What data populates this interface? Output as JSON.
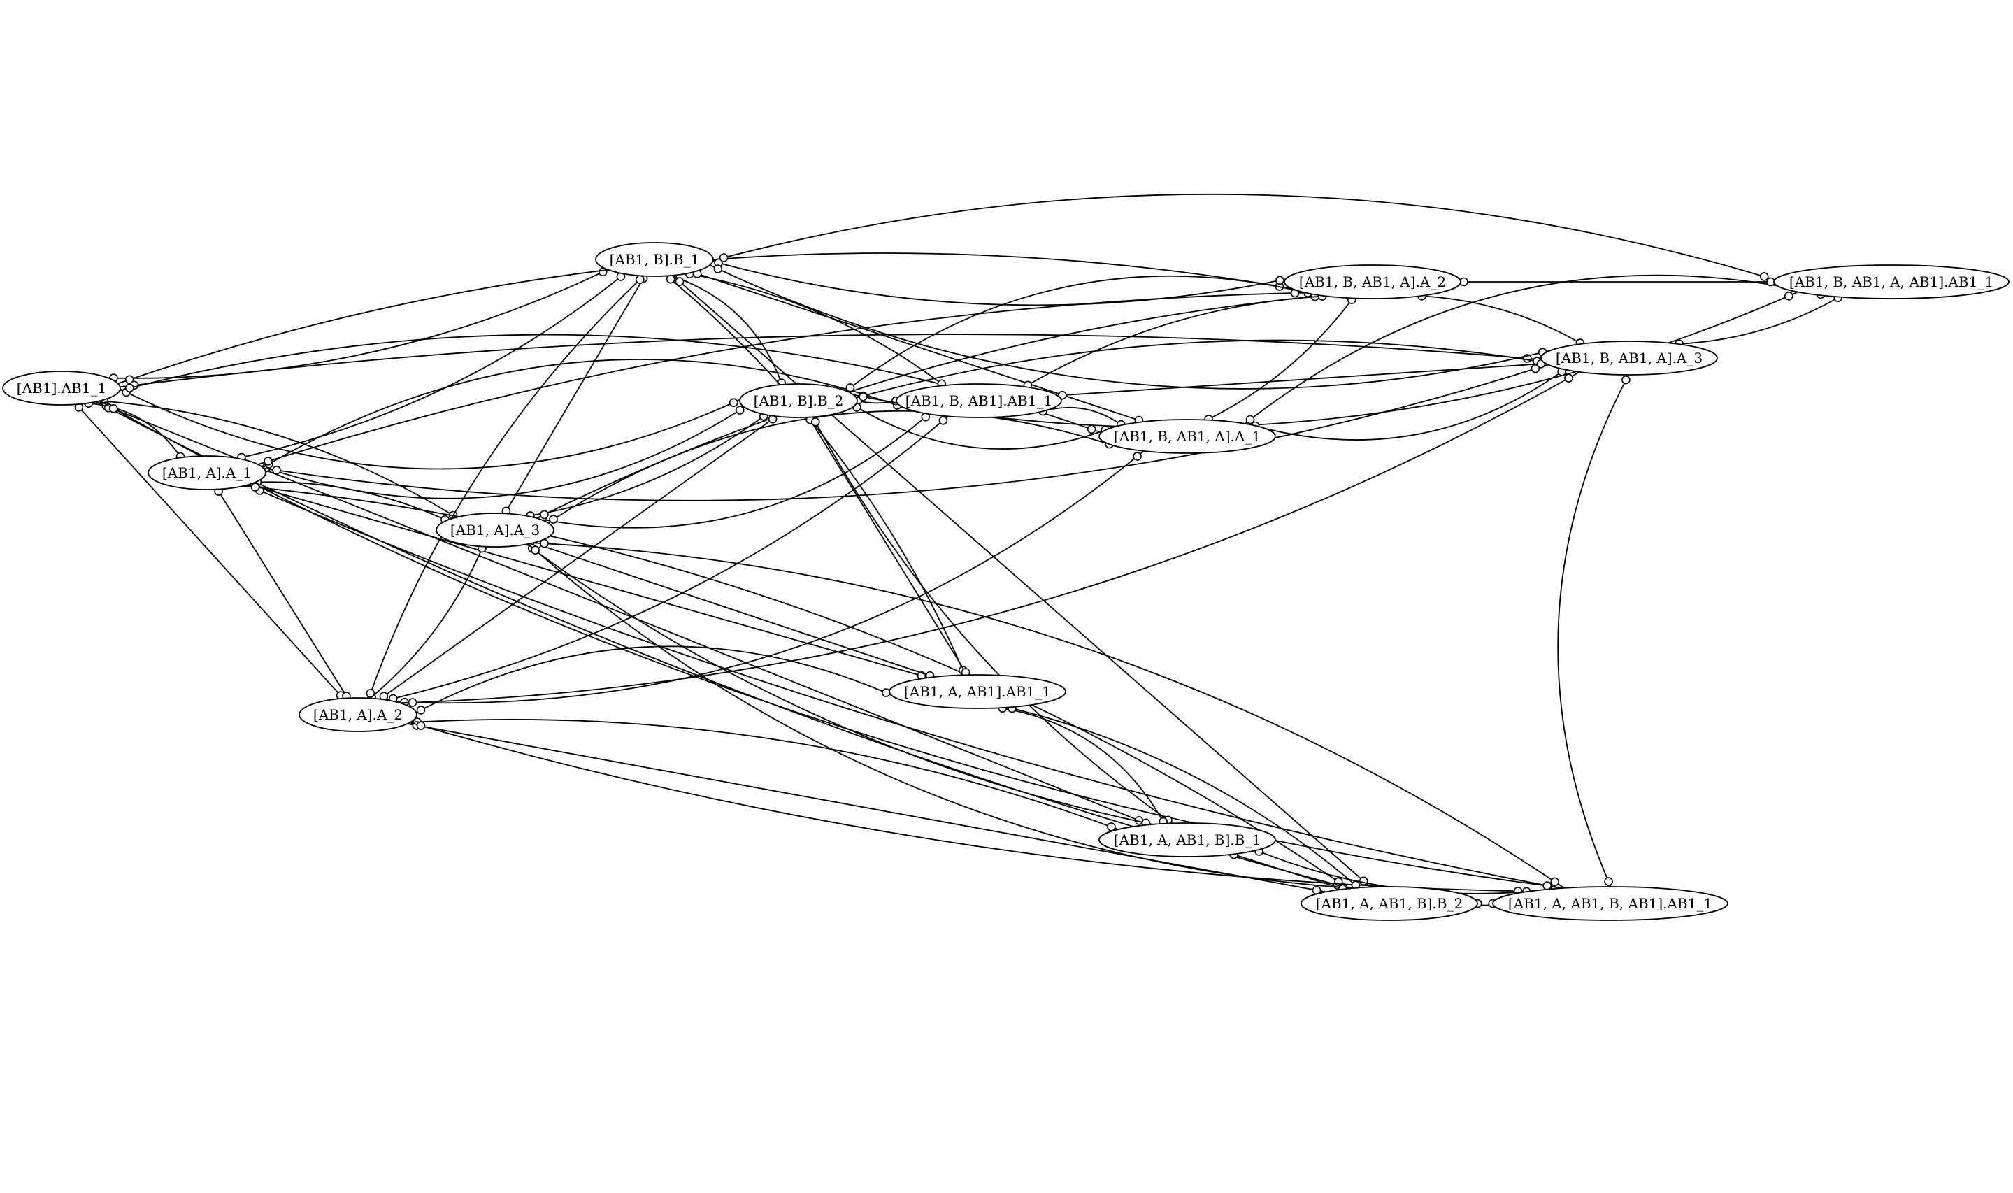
{
  "nodes": [
    {
      "id": "n0",
      "label": "[AB1].AB1_1"
    },
    {
      "id": "n1",
      "label": "[AB1, A].A_1"
    },
    {
      "id": "n2",
      "label": "[AB1, A].A_3"
    },
    {
      "id": "n3",
      "label": "[AB1, A].A_2"
    },
    {
      "id": "n4",
      "label": "[AB1, B].B_1"
    },
    {
      "id": "n5",
      "label": "[AB1, B].B_2"
    },
    {
      "id": "n6",
      "label": "[AB1, B, AB1].AB1_1"
    },
    {
      "id": "n7",
      "label": "[AB1, B, AB1, A].A_1"
    },
    {
      "id": "n8",
      "label": "[AB1, B, AB1, A].A_2"
    },
    {
      "id": "n9",
      "label": "[AB1, B, AB1, A].A_3"
    },
    {
      "id": "n10",
      "label": "[AB1, B, AB1, A, AB1].AB1_1"
    },
    {
      "id": "n11",
      "label": "[AB1, A, AB1].AB1_1"
    },
    {
      "id": "n12",
      "label": "[AB1, A, AB1, B].B_1"
    },
    {
      "id": "n13",
      "label": "[AB1, A, AB1, B].B_2"
    },
    {
      "id": "n14",
      "label": "[AB1, A, AB1, B, AB1].AB1_1"
    }
  ],
  "edges": [
    [
      "n0",
      "n1"
    ],
    [
      "n0",
      "n2"
    ],
    [
      "n0",
      "n3"
    ],
    [
      "n0",
      "n4"
    ],
    [
      "n0",
      "n5"
    ],
    [
      "n0",
      "n8"
    ],
    [
      "n0",
      "n9"
    ],
    [
      "n0",
      "n12"
    ],
    [
      "n0",
      "n13"
    ],
    [
      "n0",
      "n14"
    ],
    [
      "n0",
      "n7"
    ],
    [
      "n1",
      "n2"
    ],
    [
      "n1",
      "n3"
    ],
    [
      "n1",
      "n4"
    ],
    [
      "n1",
      "n5"
    ],
    [
      "n1",
      "n6"
    ],
    [
      "n1",
      "n8"
    ],
    [
      "n1",
      "n11"
    ],
    [
      "n1",
      "n14"
    ],
    [
      "n1",
      "n9"
    ],
    [
      "n1",
      "n13"
    ],
    [
      "n2",
      "n3"
    ],
    [
      "n2",
      "n4"
    ],
    [
      "n2",
      "n5"
    ],
    [
      "n2",
      "n6"
    ],
    [
      "n2",
      "n7"
    ],
    [
      "n2",
      "n8"
    ],
    [
      "n2",
      "n11"
    ],
    [
      "n2",
      "n12"
    ],
    [
      "n2",
      "n13"
    ],
    [
      "n2",
      "n14"
    ],
    [
      "n3",
      "n4"
    ],
    [
      "n3",
      "n5"
    ],
    [
      "n3",
      "n6"
    ],
    [
      "n3",
      "n7"
    ],
    [
      "n3",
      "n11"
    ],
    [
      "n3",
      "n12"
    ],
    [
      "n3",
      "n13"
    ],
    [
      "n3",
      "n14"
    ],
    [
      "n3",
      "n9"
    ],
    [
      "n4",
      "n5"
    ],
    [
      "n4",
      "n6"
    ],
    [
      "n4",
      "n7"
    ],
    [
      "n4",
      "n8"
    ],
    [
      "n4",
      "n9"
    ],
    [
      "n4",
      "n10"
    ],
    [
      "n4",
      "n11"
    ],
    [
      "n4",
      "n13"
    ],
    [
      "n5",
      "n6"
    ],
    [
      "n5",
      "n7"
    ],
    [
      "n5",
      "n8"
    ],
    [
      "n5",
      "n9"
    ],
    [
      "n5",
      "n11"
    ],
    [
      "n5",
      "n12"
    ],
    [
      "n5",
      "n10"
    ],
    [
      "n6",
      "n7"
    ],
    [
      "n6",
      "n8"
    ],
    [
      "n6",
      "n9"
    ],
    [
      "n7",
      "n8"
    ],
    [
      "n7",
      "n9"
    ],
    [
      "n7",
      "n10"
    ],
    [
      "n8",
      "n9"
    ],
    [
      "n8",
      "n10"
    ],
    [
      "n9",
      "n10"
    ],
    [
      "n9",
      "n14"
    ],
    [
      "n11",
      "n12"
    ],
    [
      "n11",
      "n13"
    ],
    [
      "n12",
      "n13"
    ],
    [
      "n12",
      "n14"
    ],
    [
      "n13",
      "n14"
    ]
  ]
}
